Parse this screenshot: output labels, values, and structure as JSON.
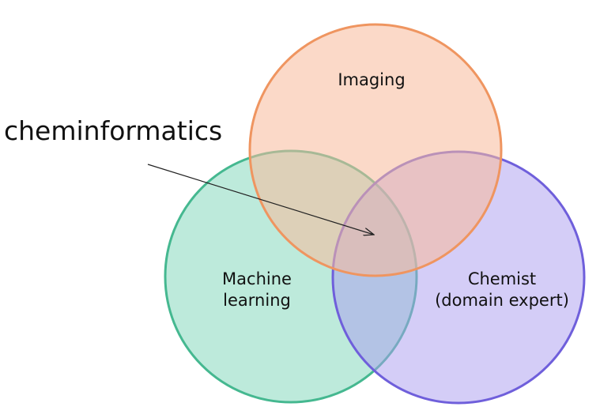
{
  "colors": {
    "imaging_fill": "#f8b99a",
    "imaging_stroke": "#ef9560",
    "ml_fill": "#86d8be",
    "ml_stroke": "#45b890",
    "chemist_fill": "#a99cf0",
    "chemist_stroke": "#6f5fdb",
    "arrow": "#222222"
  },
  "circles": {
    "imaging": {
      "label_lines": [
        "Imaging"
      ]
    },
    "machine_learning": {
      "label_lines": [
        "Machine",
        "learning"
      ]
    },
    "chemist": {
      "label_lines": [
        "Chemist",
        "(domain expert)"
      ]
    }
  },
  "callout": {
    "text": "cheminformatics",
    "target": "intersection of all three circles"
  }
}
